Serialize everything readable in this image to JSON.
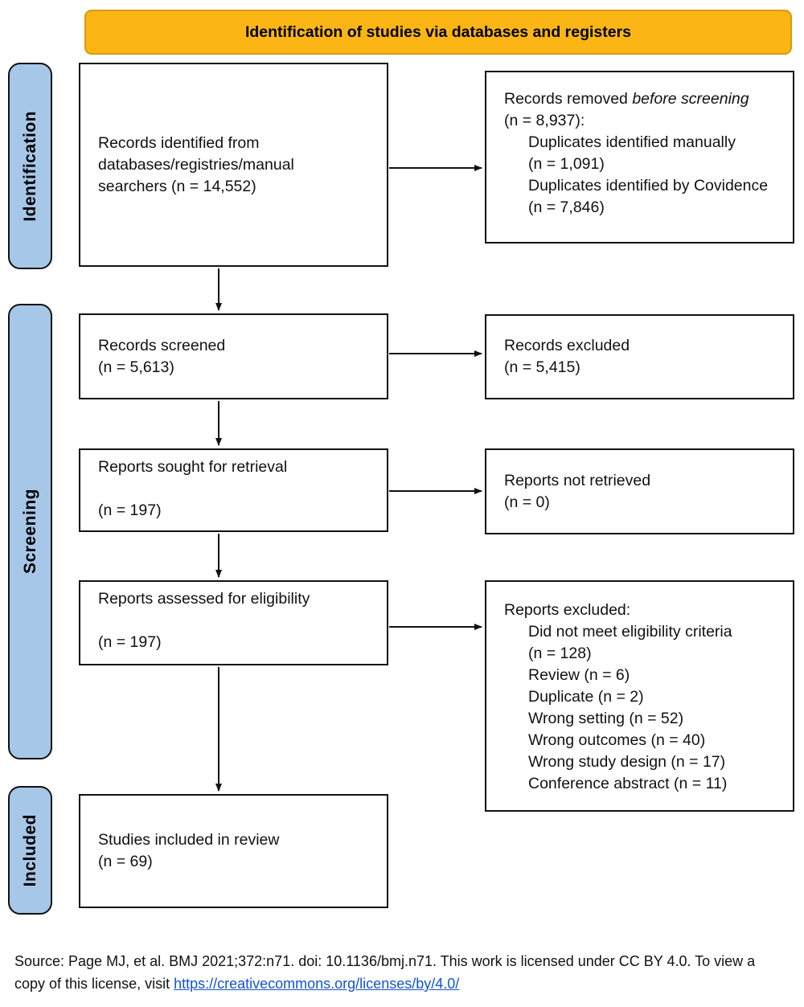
{
  "banner": {
    "title": "Identification of studies via databases and registers"
  },
  "colors": {
    "banner_fill": "#FBB616",
    "banner_border": "#D9990F",
    "rail_fill": "#A6C7E7",
    "box_border": "#111111",
    "link_blue": "#1155CC"
  },
  "sidebar": {
    "identification": "Identification",
    "screening": "Screening",
    "included": "Included"
  },
  "boxes": {
    "identified": {
      "lines": [
        "Records identified from",
        "databases/registries/manual",
        "searchers (n = 14,552)"
      ]
    },
    "removed": {
      "title_pre": "Records removed ",
      "title_italic": "before screening",
      "title_line2": "(n = 8,937):",
      "items": [
        "Duplicates identified manually",
        "(n = 1,091)",
        "Duplicates identified by Covidence",
        "(n = 7,846)"
      ]
    },
    "screened": {
      "lines": [
        "Records screened",
        "(n = 5,613)"
      ]
    },
    "records_excluded": {
      "lines": [
        "Records excluded",
        "(n = 5,415)"
      ]
    },
    "sought": {
      "lines": [
        "Reports sought for retrieval",
        "",
        "(n = 197)"
      ]
    },
    "not_retrieved": {
      "lines": [
        "Reports not retrieved",
        "(n = 0)"
      ]
    },
    "assessed": {
      "lines": [
        "Reports assessed for eligibility",
        "",
        "(n = 197)"
      ]
    },
    "reports_excluded": {
      "title": "Reports excluded:",
      "items": [
        "Did not meet eligibility criteria",
        "(n = 128)",
        "Review (n = 6)",
        "Duplicate (n = 2)",
        "Wrong setting (n = 52)",
        "Wrong outcomes (n = 40)",
        "Wrong study design (n = 17)",
        "Conference abstract (n = 11)"
      ]
    },
    "included": {
      "lines": [
        "Studies included in review",
        "(n = 69)"
      ]
    }
  },
  "footer": {
    "text": "Source: Page MJ, et al. BMJ 2021;372:n71. doi: 10.1136/bmj.n71. This work is licensed under CC BY 4.0. To view a copy of this license, visit ",
    "link_text": "https://creativecommons.org/licenses/by/4.0/"
  }
}
